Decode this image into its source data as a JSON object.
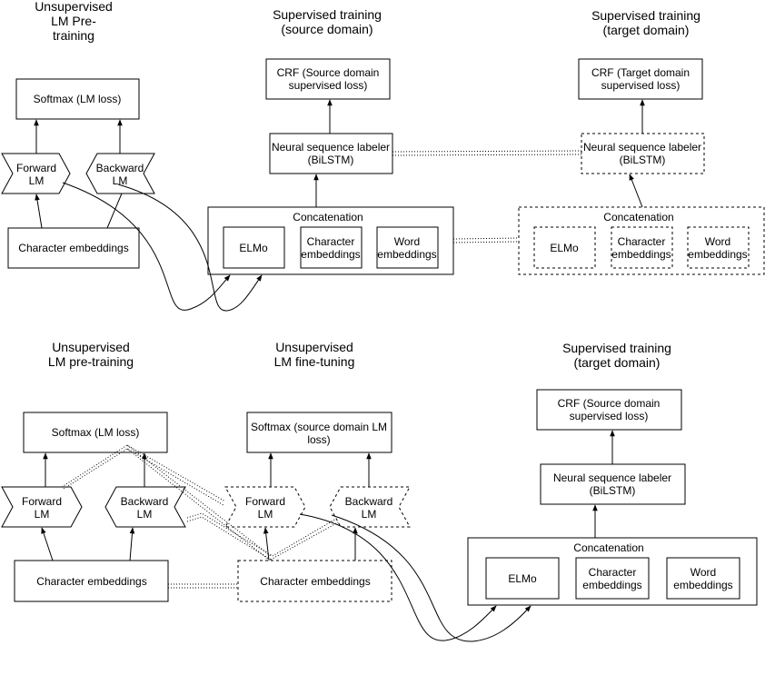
{
  "titles": {
    "top_left": [
      "Unsupervised",
      "LM Pre-",
      "training"
    ],
    "top_mid": [
      "Supervised training",
      "(source domain)"
    ],
    "top_right": [
      "Supervised training",
      "(target domain)"
    ],
    "bot_left": [
      "Unsupervised",
      "LM pre-training"
    ],
    "bot_mid": [
      "Unsupervised",
      "LM fine-tuning"
    ],
    "bot_right": [
      "Supervised training",
      "(target domain)"
    ]
  },
  "labels": {
    "softmax_lm": [
      "Softmax (LM loss)"
    ],
    "forward_lm": [
      "Forward",
      "LM"
    ],
    "backward_lm": [
      "Backward",
      "LM"
    ],
    "char_emb_wide": [
      "Character embeddings"
    ],
    "crf_source": [
      "CRF (Source domain",
      "supervised loss)"
    ],
    "crf_target": [
      "CRF (Target domain",
      "supervised loss)"
    ],
    "nsl": [
      "Neural sequence labeler",
      "(BiLSTM)"
    ],
    "concatenation": [
      "Concatenation"
    ],
    "elmo": [
      "ELMo"
    ],
    "char_emb": [
      "Character",
      "embeddings"
    ],
    "word_emb": [
      "Word",
      "embeddings"
    ],
    "softmax_source": [
      "Softmax (source domain LM",
      "loss)"
    ],
    "crf_source_bottom": [
      "CRF (Source domain",
      "supervised loss)"
    ]
  }
}
